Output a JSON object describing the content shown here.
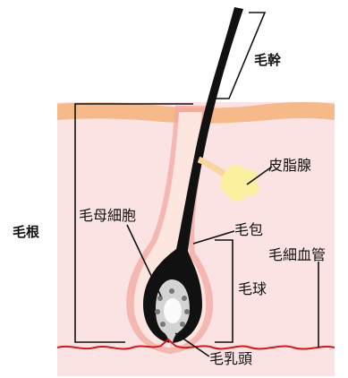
{
  "labels": {
    "hair_shaft": "毛幹",
    "sebaceous_gland": "皮脂腺",
    "hair_matrix_cell": "毛母細胞",
    "hair_root": "毛根",
    "hair_follicle": "毛包",
    "hair_bulb": "毛球",
    "capillary": "毛細血管",
    "dermal_papilla": "毛乳頭"
  },
  "colors": {
    "skin_tissue": "#fbe3e3",
    "skin_surface": "#f5b98a",
    "follicle_sheath": "#f2a8a0",
    "hair": "#111111",
    "papilla": "#d4d4d4",
    "sebaceous_gland": "#fbf0a0",
    "capillary": "#d21a1a"
  }
}
